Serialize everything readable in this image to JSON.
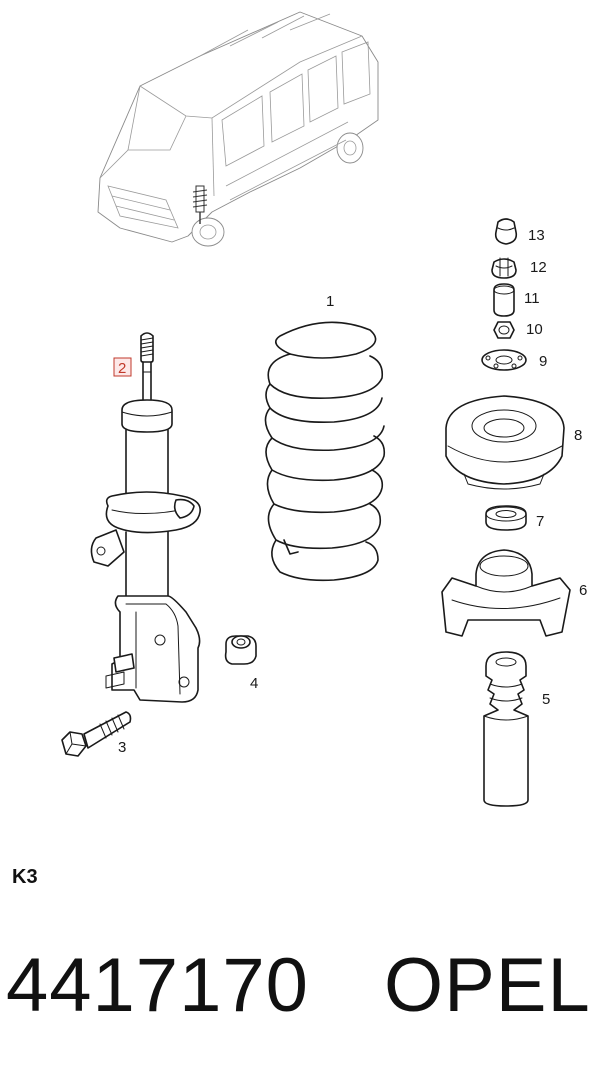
{
  "callouts": [
    {
      "id": "1",
      "label": "1"
    },
    {
      "id": "2",
      "label": "2"
    },
    {
      "id": "3",
      "label": "3"
    },
    {
      "id": "4",
      "label": "4"
    },
    {
      "id": "5",
      "label": "5"
    },
    {
      "id": "6",
      "label": "6"
    },
    {
      "id": "7",
      "label": "7"
    },
    {
      "id": "8",
      "label": "8"
    },
    {
      "id": "9",
      "label": "9"
    },
    {
      "id": "10",
      "label": "10"
    },
    {
      "id": "11",
      "label": "11"
    },
    {
      "id": "12",
      "label": "12"
    },
    {
      "id": "13",
      "label": "13"
    }
  ],
  "highlighted_callout": "2",
  "group_code": "K3",
  "part_number": "4417170",
  "brand": "OPEL",
  "colors": {
    "line": "#1a1a1a",
    "highlight": "#c0392b",
    "van_line": "#8a8a8a"
  }
}
